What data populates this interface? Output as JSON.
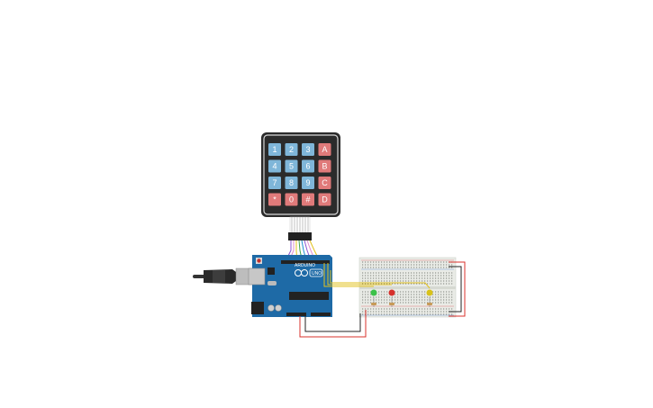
{
  "keypad": {
    "keys": [
      [
        "1",
        "2",
        "3",
        "A"
      ],
      [
        "4",
        "5",
        "6",
        "B"
      ],
      [
        "7",
        "8",
        "9",
        "C"
      ],
      [
        "*",
        "0",
        "#",
        "D"
      ]
    ]
  },
  "arduino": {
    "model_label": "UNO",
    "brand_label": "ARDUINO"
  },
  "colors": {
    "keypad_frame": "#2b2b2b",
    "key_blue": "#7fb6d9",
    "key_red": "#e07a7a",
    "arduino_board": "#1e6aa6",
    "breadboard": "#e9ebe6",
    "wire_red": "#d9302b",
    "wire_black": "#222222",
    "wire_yellow": "#e2c21e",
    "led_green": "#3cc24a",
    "led_red": "#d6312c",
    "led_yellow": "#d8c21a"
  },
  "leds": [
    {
      "color_name": "green"
    },
    {
      "color_name": "red"
    },
    {
      "color_name": "yellow"
    }
  ]
}
